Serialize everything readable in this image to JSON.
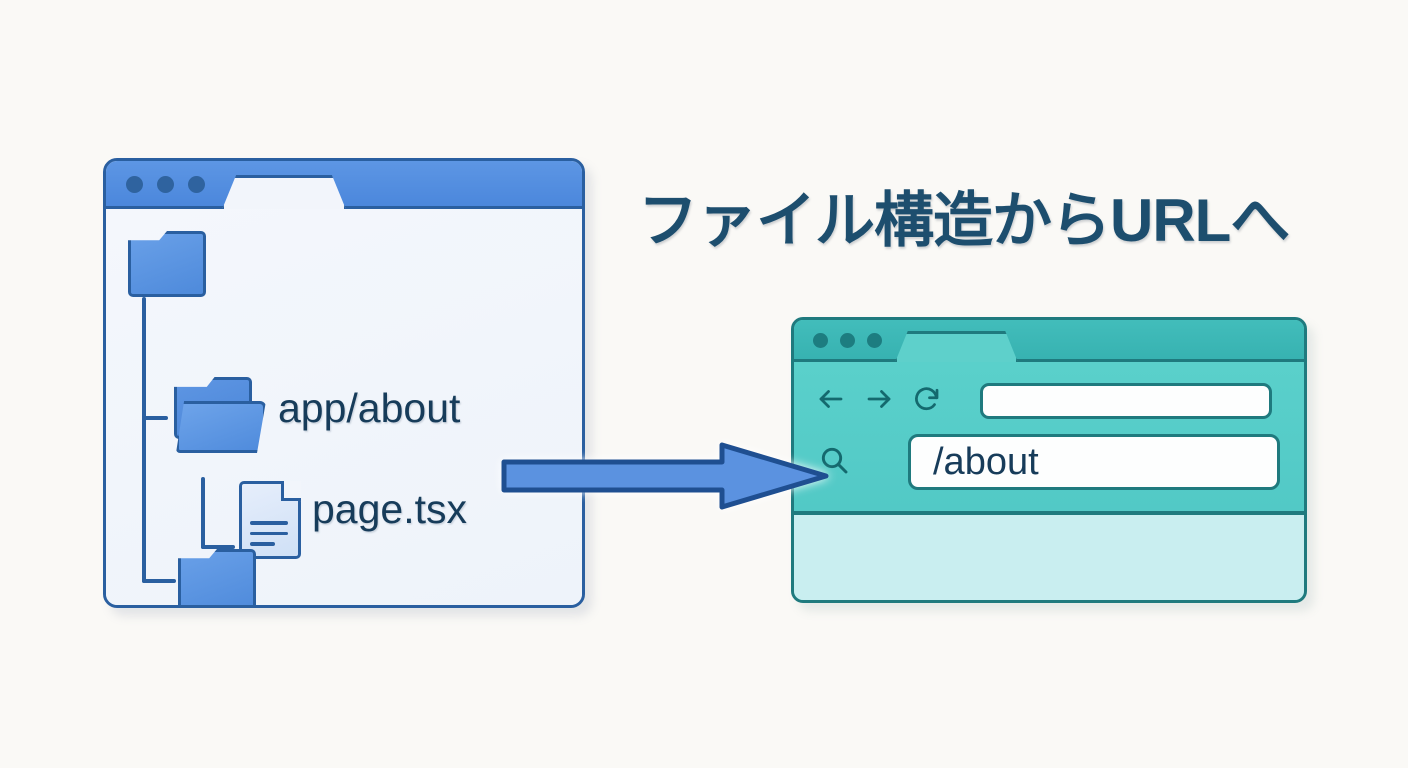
{
  "heading": {
    "text": "ファイル構造からURLへ"
  },
  "file_explorer": {
    "window_name": "file-explorer-window",
    "titlebar": {
      "dots": [
        "red-dot",
        "yellow-dot",
        "green-dot"
      ],
      "tab_label": ""
    },
    "tree": [
      {
        "icon": "folder-icon",
        "label": "",
        "depth": 0
      },
      {
        "icon": "open-folder-icon",
        "label": "app/about",
        "depth": 1
      },
      {
        "icon": "document-icon",
        "label": "page.tsx",
        "depth": 2
      },
      {
        "icon": "folder-icon",
        "label": "",
        "depth": 1
      }
    ],
    "labels": {
      "app_about": "app/about",
      "page_tsx": "page.tsx"
    }
  },
  "arrow": {
    "name": "flow-arrow",
    "direction": "right",
    "from": "page.tsx",
    "to": "/about"
  },
  "browser": {
    "window_name": "browser-window",
    "titlebar": {
      "dots": [
        "close-dot",
        "minimize-dot",
        "maximize-dot"
      ],
      "tab_label": ""
    },
    "toolbar": {
      "back_icon": "back-arrow-icon",
      "forward_icon": "forward-arrow-icon",
      "reload_icon": "reload-icon",
      "search_icon": "search-icon",
      "url_value": "",
      "url_placeholder": "",
      "path_value": "/about"
    },
    "content": ""
  },
  "colors": {
    "background": "#faf9f6",
    "heading_text": "#1d4e6e",
    "file_accent": "#4b87dc",
    "file_border": "#2a5fa0",
    "file_body": "#f2f5fb",
    "browser_accent": "#37b2b1",
    "browser_border": "#1f7a7e",
    "browser_body": "#5ed0cb",
    "browser_content": "#c9eef0",
    "label_text": "#173c5a",
    "arrow_fill": "#5b92e0",
    "arrow_stroke": "#1f4f91"
  }
}
